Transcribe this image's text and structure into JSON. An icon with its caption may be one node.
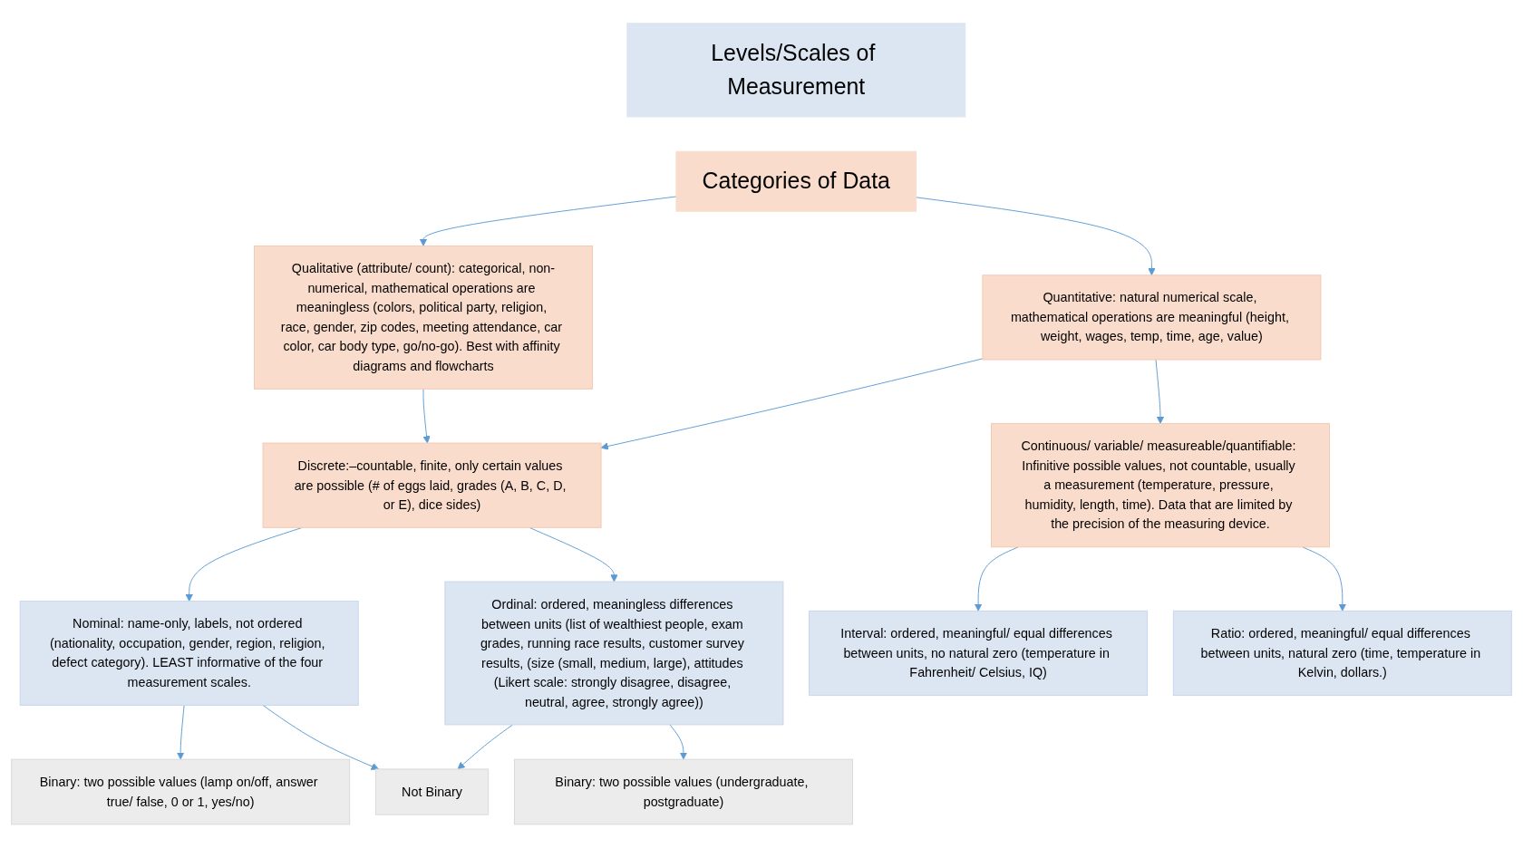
{
  "diagram": {
    "nodes": [
      {
        "text": [
          "Categories of Data"
        ]
      },
      {
        "text": [
          "Levels/Scales of Measurement"
        ]
      },
      {
        "text": [
          "Qualitative (attribute/ count): categorical, non-numerical, mathematical operations are meaningless (colors, political party, religion, race, gender, zip codes, meeting attendance, car color, car body type, go/no-go). Best with affinity diagrams and flowcharts"
        ]
      },
      {
        "text": [
          "Quantitative: natural numerical scale, mathematical operations are meaningful (height, weight, wages, temp, time, age, value)"
        ]
      },
      {
        "text": [
          "Discrete:–countable, finite, only certain values are possible (# of eggs laid, grades (A, B, C, D, or E), dice sides)"
        ]
      },
      {
        "text": [
          "Continuous/ variable/ measureable/quantifiable: Infinitive possible values, not countable, usually a measurement (temperature, pressure, humidity, length, time). Data that are limited by the precision of the measuring device."
        ]
      },
      {
        "text": [
          "Nominal: name-only, labels, not ordered (nationality, occupation, gender, region, religion, defect category). LEAST informative of the four measurement scales."
        ]
      },
      {
        "text": [
          "Ordinal: ordered, meaningless differences between units (list of wealthiest people, exam grades, running race results, customer survey results, (size (small, medium, large), attitudes (Likert scale: strongly disagree, disagree, neutral, agree, strongly agree))"
        ]
      },
      {
        "text": [
          "Interval: ordered, meaningful/ equal differences between units, no natural zero (temperature in Fahrenheit/ Celsius, IQ)"
        ]
      },
      {
        "text": [
          "Ratio: ordered, meaningful/ equal differences between units, natural zero (time, temperature in Kelvin, dollars.)"
        ]
      },
      {
        "text": [
          "Binary: two possible values (lamp on/off, answer true/ false, 0 or 1, yes/no)"
        ]
      },
      {
        "text": [
          "Not Binary"
        ]
      },
      {
        "text": [
          "Binary: two possible values (undergraduate, postgraduate)"
        ]
      }
    ],
    "edges": [
      {
        "from": 0,
        "to": 2,
        "arrow": "to"
      },
      {
        "from": 0,
        "to": 3,
        "arrow": "to"
      },
      {
        "from": 2,
        "to": 4,
        "arrow": "to"
      },
      {
        "from": 3,
        "to": 4,
        "arrow": "to"
      },
      {
        "from": 3,
        "to": 5,
        "arrow": "to"
      },
      {
        "from": 4,
        "to": 6,
        "arrow": "to"
      },
      {
        "from": 4,
        "to": 7,
        "arrow": "to"
      },
      {
        "from": 5,
        "to": 8,
        "arrow": "to"
      },
      {
        "from": 5,
        "to": 9,
        "arrow": "to"
      },
      {
        "from": 6,
        "to": 10,
        "arrow": "to"
      },
      {
        "from": 6,
        "to": 11,
        "arrow": "to"
      },
      {
        "from": 7,
        "to": 11,
        "arrow": "to"
      },
      {
        "from": 7,
        "to": 12,
        "arrow": "to"
      }
    ]
  }
}
